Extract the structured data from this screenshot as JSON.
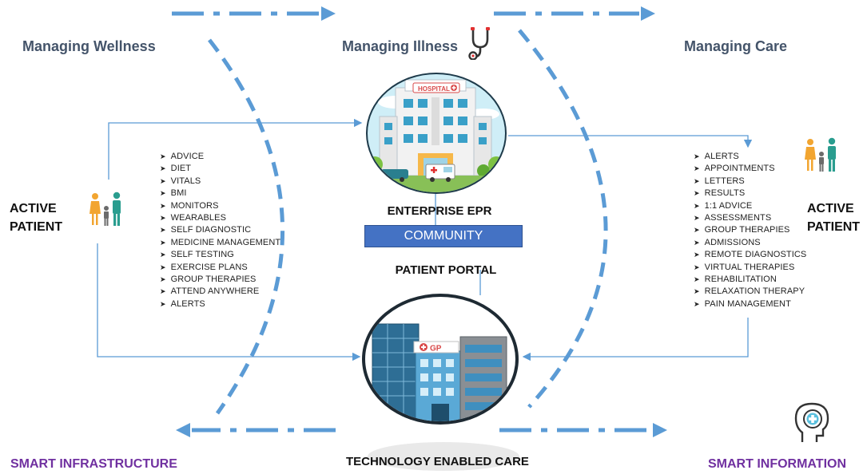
{
  "sections": {
    "wellness_title": "Managing Wellness",
    "illness_title": "Managing Illness",
    "care_title": "Managing Care"
  },
  "left_patient": {
    "line1": "ACTIVE",
    "line2": "PATIENT"
  },
  "right_patient": {
    "line1": "ACTIVE",
    "line2": "PATIENT"
  },
  "wellness_items": [
    "ADVICE",
    "DIET",
    "VITALS",
    "BMI",
    "MONITORS",
    "WEARABLES",
    "SELF DIAGNOSTIC",
    "MEDICINE MANAGEMENT",
    "SELF TESTING",
    "EXERCISE PLANS",
    "GROUP THERAPIES",
    "ATTEND ANYWHERE",
    "ALERTS"
  ],
  "care_items": [
    "ALERTS",
    "APPOINTMENTS",
    "LETTERS",
    "RESULTS",
    "1:1 ADVICE",
    "ASSESSMENTS",
    "GROUP THERAPIES",
    "ADMISSIONS",
    "REMOTE DIAGNOSTICS",
    "VIRTUAL THERAPIES",
    "REHABILITATION",
    "RELAXATION THERAPY",
    "PAIN MANAGEMENT"
  ],
  "center": {
    "epr_label": "ENTERPRISE EPR",
    "community_label": "COMMUNITY",
    "portal_label": "PATIENT PORTAL",
    "hospital_sign": "HOSPITAL",
    "gp_sign": "GP"
  },
  "footer": {
    "left": "SMART INFRASTRUCTURE",
    "center": "TECHNOLOGY ENABLED CARE",
    "right": "SMART INFORMATION"
  },
  "colors": {
    "dash_blue": "#5b9bd5",
    "title_gray": "#44546a",
    "purple": "#7030a0",
    "community_blue": "#4472c4"
  },
  "icons": {
    "stethoscope": "stethoscope-icon",
    "family_left": "family-icon",
    "family_right": "family-icon",
    "brain": "brain-medical-icon",
    "hospital": "hospital-building-icon",
    "gp": "gp-building-icon"
  }
}
